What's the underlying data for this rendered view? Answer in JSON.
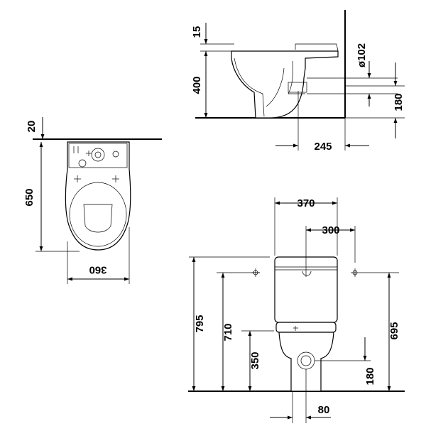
{
  "diagram": {
    "top_view": {
      "dim_wall_gap": "20",
      "dim_depth": "650",
      "dim_width": "360"
    },
    "side_view": {
      "dim_rim_thickness": "15",
      "dim_height": "400",
      "dim_outlet_diameter": "ø102",
      "dim_outlet_height": "180",
      "dim_outlet_distance": "245"
    },
    "front_view": {
      "dim_tank_width": "370",
      "dim_fixing_spacing": "300",
      "dim_total_height": "795",
      "dim_fixing_height": "710",
      "dim_seat_height": "350",
      "dim_tank_fixing_height": "695",
      "dim_outlet_height": "180",
      "dim_outlet_offset": "80"
    }
  }
}
